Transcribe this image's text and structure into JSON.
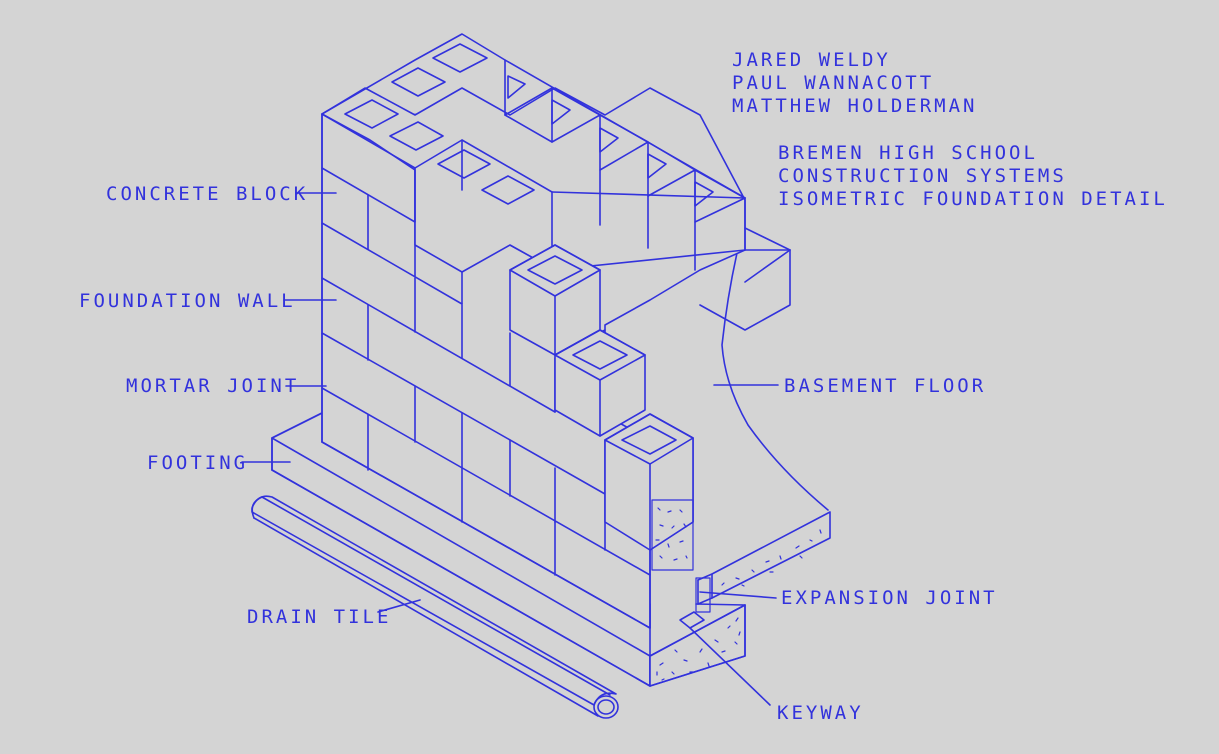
{
  "colors": {
    "background": "#d4d4d4",
    "line": "#3232dc"
  },
  "title_block": {
    "authors": [
      "JARED WELDY",
      "PAUL WANNACOTT",
      "MATTHEW HOLDERMAN"
    ],
    "school": "BREMEN HIGH SCHOOL",
    "course": "CONSTRUCTION SYSTEMS",
    "drawing": "ISOMETRIC FOUNDATION DETAIL"
  },
  "labels": {
    "concrete_block": "CONCRETE BLOCK",
    "foundation_wall": "FOUNDATION WALL",
    "mortar_joint": "MORTAR JOINT",
    "footing": "FOOTING",
    "drain_tile": "DRAIN TILE",
    "basement_floor": "BASEMENT FLOOR",
    "expansion_joint": "EXPANSION JOINT",
    "keyway": "KEYWAY"
  }
}
